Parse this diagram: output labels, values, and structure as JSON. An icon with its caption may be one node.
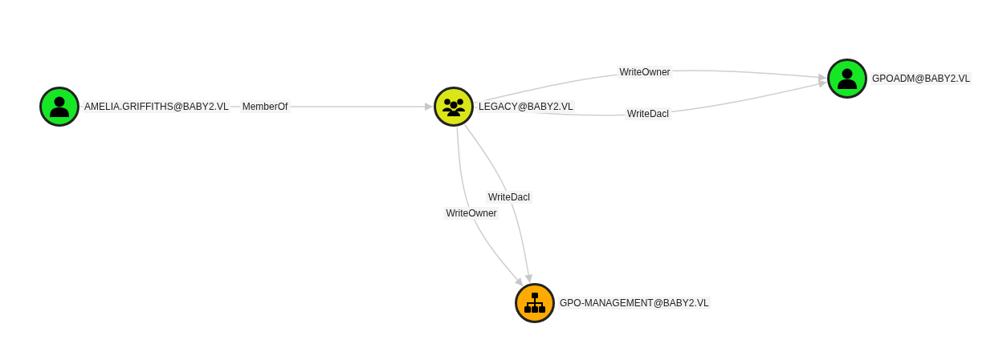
{
  "diagram": {
    "nodes": [
      {
        "text": [
          "AMELIA.GRIFFITHS@BABY2.VL"
        ]
      },
      {
        "text": [
          "LEGACY@BABY2.VL"
        ]
      },
      {
        "text": [
          "GPOADM@BABY2.VL"
        ]
      },
      {
        "text": [
          "GPO-MANAGEMENT@BABY2.VL"
        ]
      }
    ],
    "edges": [
      {
        "from": 0,
        "to": 1,
        "arrow": "to",
        "label": "MemberOf"
      },
      {
        "from": 1,
        "to": 2,
        "arrow": "to",
        "label": "WriteOwner"
      },
      {
        "from": 1,
        "to": 2,
        "arrow": "to",
        "label": "WriteDacl"
      },
      {
        "from": 1,
        "to": 3,
        "arrow": "to",
        "label": "WriteDacl"
      },
      {
        "from": 1,
        "to": 3,
        "arrow": "to",
        "label": "WriteOwner"
      }
    ]
  }
}
